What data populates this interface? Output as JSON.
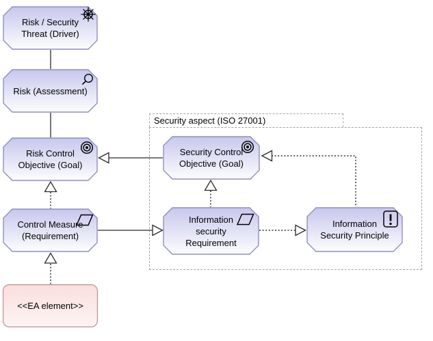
{
  "group": {
    "label": "Security aspect (ISO 27001)"
  },
  "nodes": [
    {
      "id": "risk-security-threat",
      "element_type": "driver",
      "lines": [
        "Risk / Security",
        "Threat (Driver)"
      ],
      "icon": "driver-wheel-icon"
    },
    {
      "id": "risk-assessment",
      "element_type": "assessment",
      "lines": [
        "Risk (Assessment)"
      ],
      "icon": "magnifier-icon"
    },
    {
      "id": "risk-control-objective",
      "element_type": "goal",
      "lines": [
        "Risk Control",
        "Objective (Goal)"
      ],
      "icon": "goal-target-icon"
    },
    {
      "id": "control-measure",
      "element_type": "requirement",
      "lines": [
        "Control Measure",
        "(Requirement)"
      ],
      "icon": "requirement-parallelogram-icon"
    },
    {
      "id": "ea-element",
      "element_type": "stereotyped-element",
      "lines": [
        "<<EA element>>"
      ],
      "icon": null
    },
    {
      "id": "security-control-objective",
      "element_type": "goal",
      "lines": [
        "Security Control",
        "Objective (Goal)"
      ],
      "icon": "goal-target-icon"
    },
    {
      "id": "information-security-requirement",
      "element_type": "requirement",
      "lines": [
        "Information",
        "security",
        "Requirement"
      ],
      "icon": "requirement-parallelogram-icon"
    },
    {
      "id": "information-security-principle",
      "element_type": "principle",
      "lines": [
        "Information",
        "Security Principle"
      ],
      "icon": "principle-exclamation-icon"
    }
  ],
  "relationships": [
    {
      "from": "risk-security-threat",
      "to": "risk-assessment",
      "type": "association",
      "line": "solid"
    },
    {
      "from": "risk-assessment",
      "to": "risk-control-objective",
      "type": "association",
      "line": "solid"
    },
    {
      "from": "control-measure",
      "to": "risk-control-objective",
      "type": "realization",
      "line": "dotted-open-triangle"
    },
    {
      "from": "ea-element",
      "to": "control-measure",
      "type": "realization",
      "line": "dotted-open-triangle"
    },
    {
      "from": "security-control-objective",
      "to": "risk-control-objective",
      "type": "specialization",
      "line": "solid-open-triangle"
    },
    {
      "from": "information-security-requirement",
      "to": "security-control-objective",
      "type": "realization",
      "line": "dotted-open-triangle"
    },
    {
      "from": "control-measure",
      "to": "information-security-requirement",
      "type": "specialization",
      "line": "solid-open-triangle"
    },
    {
      "from": "information-security-requirement",
      "to": "information-security-principle",
      "type": "realization",
      "line": "dotted-open-triangle"
    },
    {
      "from": "information-security-principle",
      "to": "security-control-objective",
      "type": "realization",
      "line": "dotted-open-triangle"
    }
  ],
  "colors": {
    "node_fill_top": "#c7c7ec",
    "node_fill_bottom": "#fdfdff",
    "node_border": "#8e8ec4",
    "ea_fill_top": "#fbdede",
    "ea_fill_bottom": "#fdf4f4",
    "ea_border": "#ba9292",
    "group_border": "#a4a4a4",
    "connector": "#2b2b2b",
    "background": "#ffffff"
  }
}
